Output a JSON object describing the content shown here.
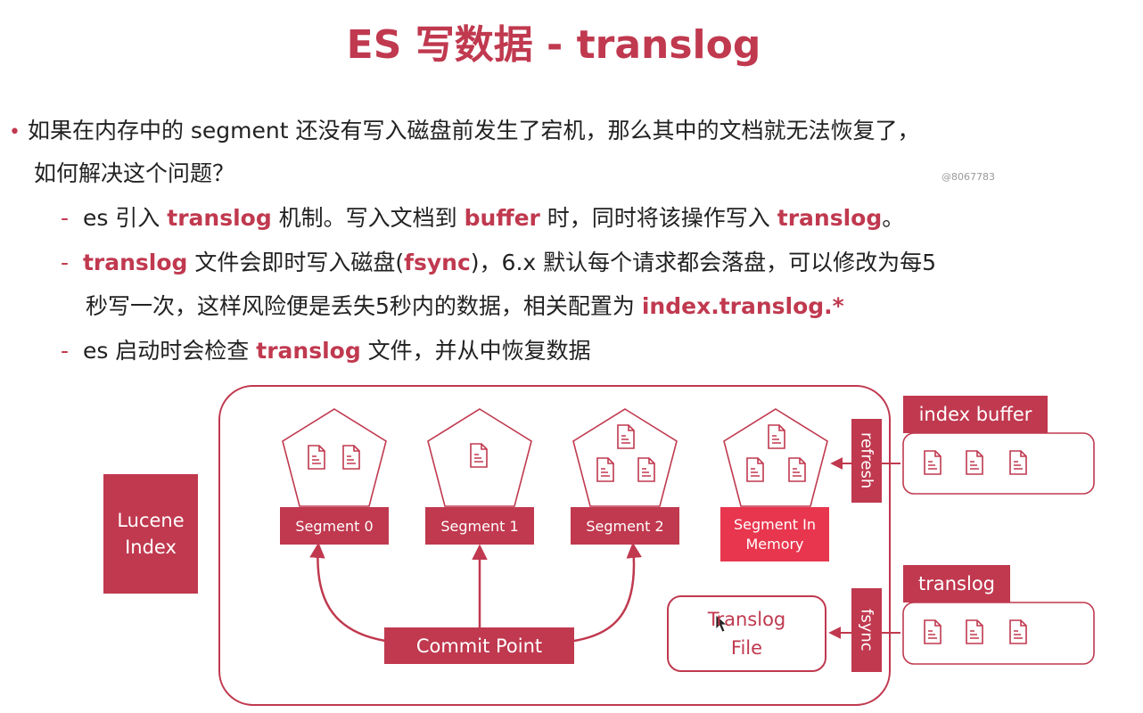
{
  "title": "ES 写数据 - translog",
  "watermark": "@8067783",
  "bullet": {
    "line1": "如果在内存中的 segment 还没有写入磁盘前发生了宕机，那么其中的文档就无法恢复了，",
    "line2": "如何解决这个问题？"
  },
  "sub1": {
    "t1": "es 引入 ",
    "h1": "translog",
    "t2": " 机制。写入文档到 ",
    "h2": "buffer",
    "t3": " 时，同时将该操作写入 ",
    "h3": "translog",
    "t4": "。"
  },
  "sub2": {
    "h1": "translog",
    "t1": " 文件会即时写入磁盘(",
    "h2": "fsync",
    "t2": ")，6.x 默认每个请求都会落盘，可以修改为每5",
    "t3": "秒写一次，这样风险便是丢失5秒内的数据，相关配置为 ",
    "h3": "index.translog.*"
  },
  "sub3": {
    "t1": "es 启动时会检查 ",
    "h1": "translog",
    "t2": " 文件，并从中恢复数据"
  },
  "diagram": {
    "lucene_index": [
      "Lucene",
      "Index"
    ],
    "segments": [
      {
        "label": "Segment 0",
        "docs": 2
      },
      {
        "label": "Segment 1",
        "docs": 1
      },
      {
        "label": "Segment 2",
        "docs": 3
      },
      {
        "label_lines": [
          "Segment In",
          "Memory"
        ],
        "docs": 3
      }
    ],
    "commit_point": "Commit Point",
    "translog_file": [
      "Translog",
      "File"
    ],
    "refresh": "refresh",
    "fsync": "fsync",
    "index_buffer": {
      "label": "index buffer",
      "docs": 3
    },
    "translog": {
      "label": "translog",
      "docs": 3
    }
  },
  "colors": {
    "accent": "#c0394f",
    "bright": "#e8364e"
  }
}
